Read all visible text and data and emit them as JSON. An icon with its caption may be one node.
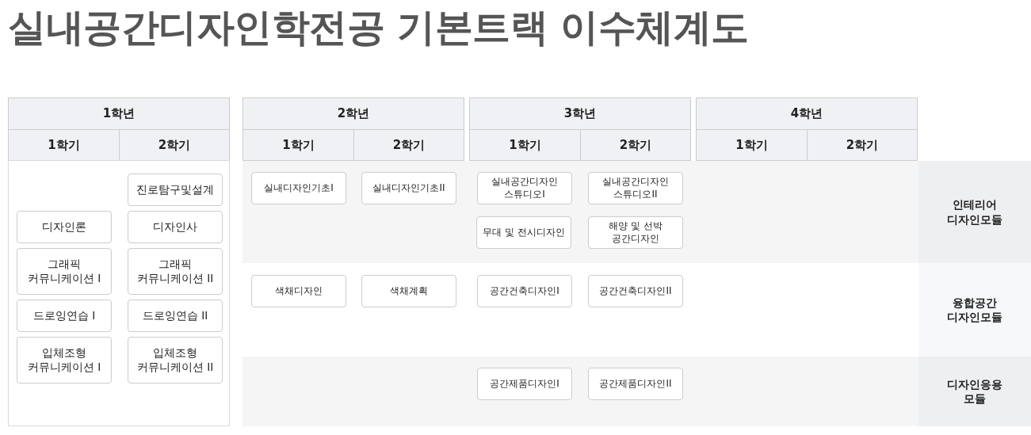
{
  "diagram": {
    "title": "실내공간디자인학전공 기본트랙 이수체계도",
    "nodes": [
      {
        "text": [
          "1학년"
        ]
      },
      {
        "text": [
          "1학기"
        ]
      },
      {
        "text": [
          "2학기"
        ]
      },
      {
        "text": [
          "2학년"
        ]
      },
      {
        "text": [
          "1학기"
        ]
      },
      {
        "text": [
          "2학기"
        ]
      },
      {
        "text": [
          "3학년"
        ]
      },
      {
        "text": [
          "1학기"
        ]
      },
      {
        "text": [
          "2학기"
        ]
      },
      {
        "text": [
          "4학년"
        ]
      },
      {
        "text": [
          "1학기"
        ]
      },
      {
        "text": [
          "2학기"
        ]
      },
      {
        "text": [],
        "shape": "box"
      },
      {
        "text": [
          "진로탐구및설계"
        ],
        "in": 12
      },
      {
        "text": [
          "디자인론"
        ],
        "in": 12
      },
      {
        "text": [
          "디자인사"
        ],
        "in": 12
      },
      {
        "text": [
          "그래픽 커뮤니케이션 I"
        ],
        "in": 12
      },
      {
        "text": [
          "그래픽 커뮤니케이션 II"
        ],
        "in": 12
      },
      {
        "text": [
          "드로잉연습 I"
        ],
        "in": 12
      },
      {
        "text": [
          "드로잉연습 II"
        ],
        "in": 12
      },
      {
        "text": [
          "입체조형 커뮤니케이션 I"
        ],
        "in": 12
      },
      {
        "text": [
          "입체조형 커뮤니케이션 II"
        ],
        "in": 12
      },
      {
        "text": [
          "인테리어 디자인모듈"
        ]
      },
      {
        "text": [
          "실내디자인기초I"
        ],
        "in": 22
      },
      {
        "text": [
          "실내디자인기초II"
        ],
        "in": 22
      },
      {
        "text": [
          "실내공간디자인 스튜디오I"
        ],
        "in": 22
      },
      {
        "text": [
          "실내공간디자인 스튜디오II"
        ],
        "in": 22
      },
      {
        "text": [
          "무대 및 전시디자인"
        ],
        "in": 22
      },
      {
        "text": [
          "해양 및 선박 공간디자인"
        ],
        "in": 22
      },
      {
        "text": [
          "융합공간 디자인모듈"
        ]
      },
      {
        "text": [
          "색채디자인"
        ],
        "in": 29
      },
      {
        "text": [
          "색채계획"
        ],
        "in": 29
      },
      {
        "text": [
          "공간건축디자인I"
        ],
        "in": 29
      },
      {
        "text": [
          "공간건축디자인II"
        ],
        "in": 29
      },
      {
        "text": [
          "디자인응용 모듈"
        ]
      },
      {
        "text": [
          "공간제품디자인I"
        ],
        "in": 34
      },
      {
        "text": [
          "공간제품디자인II"
        ],
        "in": 34
      }
    ]
  }
}
